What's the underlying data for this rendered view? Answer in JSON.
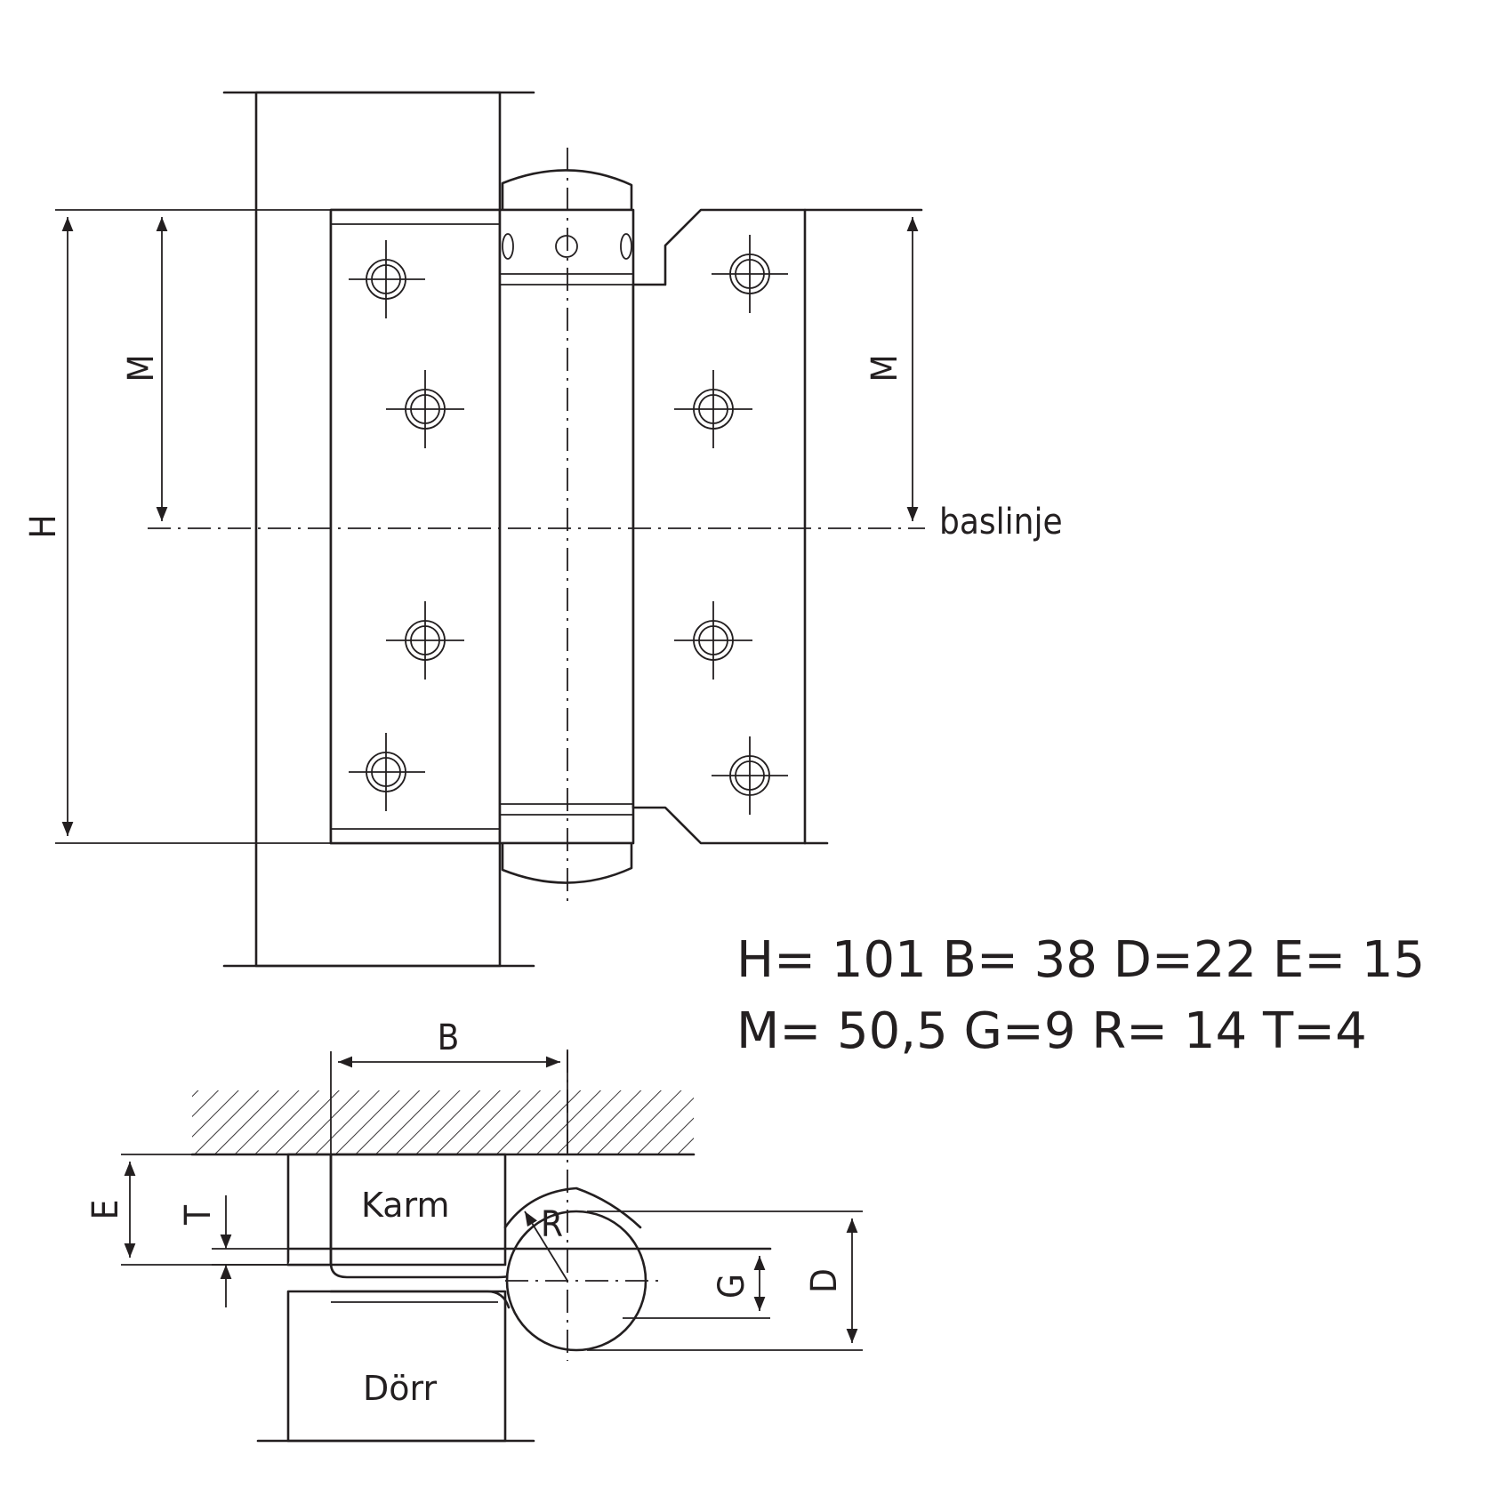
{
  "labels": {
    "height": "H",
    "mount_left": "M",
    "mount_right": "M",
    "baseline": "baslinje",
    "width": "B",
    "e_dim": "E",
    "t_dim": "T",
    "radius": "R",
    "g_dim": "G",
    "d_dim": "D",
    "frame": "Karm",
    "door": "Dörr"
  },
  "specs": {
    "line1": "H= 101 B= 38 D=22 E= 15",
    "line2": "M= 50,5 G=9 R= 14 T=4"
  }
}
